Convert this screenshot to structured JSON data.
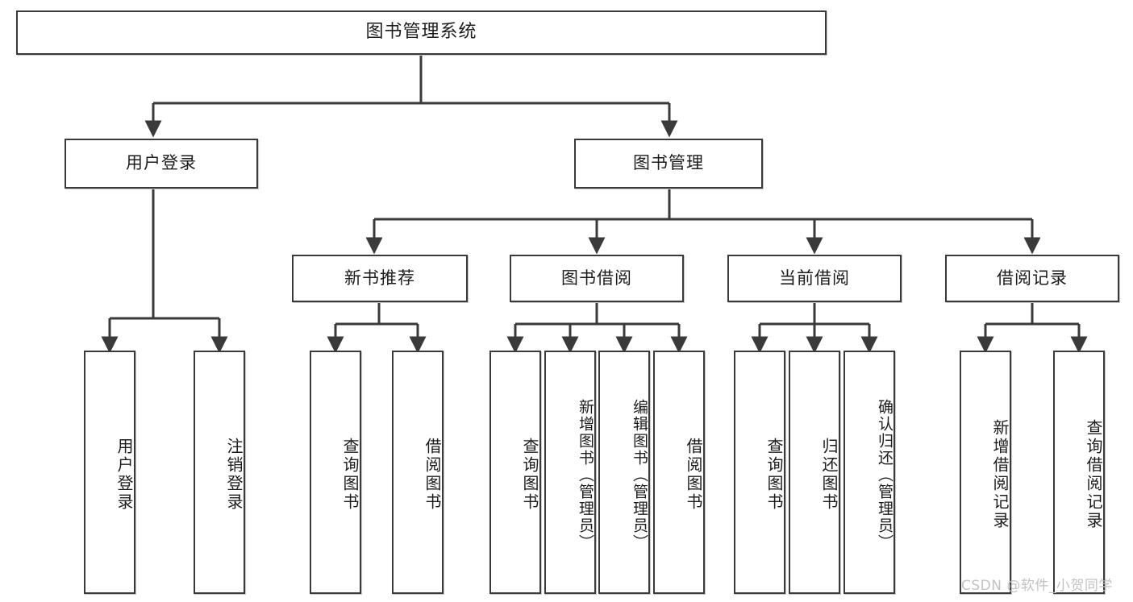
{
  "diagram": {
    "type": "tree-hierarchy",
    "title": "图书管理系统",
    "root": {
      "label": "图书管理系统"
    },
    "level2": [
      {
        "label": "用户登录"
      },
      {
        "label": "图书管理"
      }
    ],
    "level3": [
      {
        "label": "新书推荐"
      },
      {
        "label": "图书借阅"
      },
      {
        "label": "当前借阅"
      },
      {
        "label": "借阅记录"
      }
    ],
    "leaves": {
      "user_login": [
        {
          "label": "用户登录"
        },
        {
          "label": "注销登录"
        }
      ],
      "new_book_recommend": [
        {
          "label": "查询图书"
        },
        {
          "label": "借阅图书"
        }
      ],
      "book_borrow": [
        {
          "label": "查询图书"
        },
        {
          "label": "新增图书（管理员）"
        },
        {
          "label": "编辑图书（管理员）"
        },
        {
          "label": "借阅图书"
        }
      ],
      "current_borrow": [
        {
          "label": "查询图书"
        },
        {
          "label": "归还图书"
        },
        {
          "label": "确认归还（管理员）"
        }
      ],
      "borrow_record": [
        {
          "label": "新增借阅记录"
        },
        {
          "label": "查询借阅记录"
        }
      ]
    }
  },
  "watermark": {
    "text": "CSDN @软件_小贺同学"
  },
  "colors": {
    "border": "#3a3a3a",
    "text": "#1c1c1c",
    "background": "#ffffff",
    "watermark": "#c2c2c2"
  }
}
